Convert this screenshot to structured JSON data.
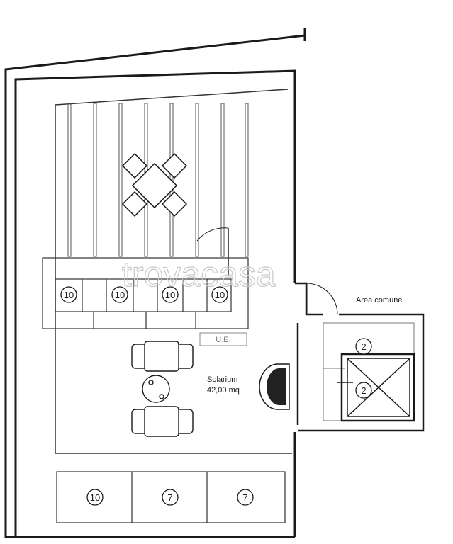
{
  "watermark": "trovacasa",
  "rooms": {
    "solarium_name": "Solarium",
    "solarium_area": "42,00 mq",
    "common_area": "Area comune",
    "unit_box": "U.E."
  },
  "markers": {
    "stair_1": "10",
    "stair_2": "10",
    "stair_3": "10",
    "stair_4": "10",
    "lift_upper": "2",
    "lift_lower": "2",
    "planter_1": "10",
    "planter_2": "7",
    "planter_3": "7"
  },
  "colors": {
    "wall": "#1a1a1a",
    "line": "#333333",
    "thin": "#777777",
    "grille": "#222222"
  }
}
